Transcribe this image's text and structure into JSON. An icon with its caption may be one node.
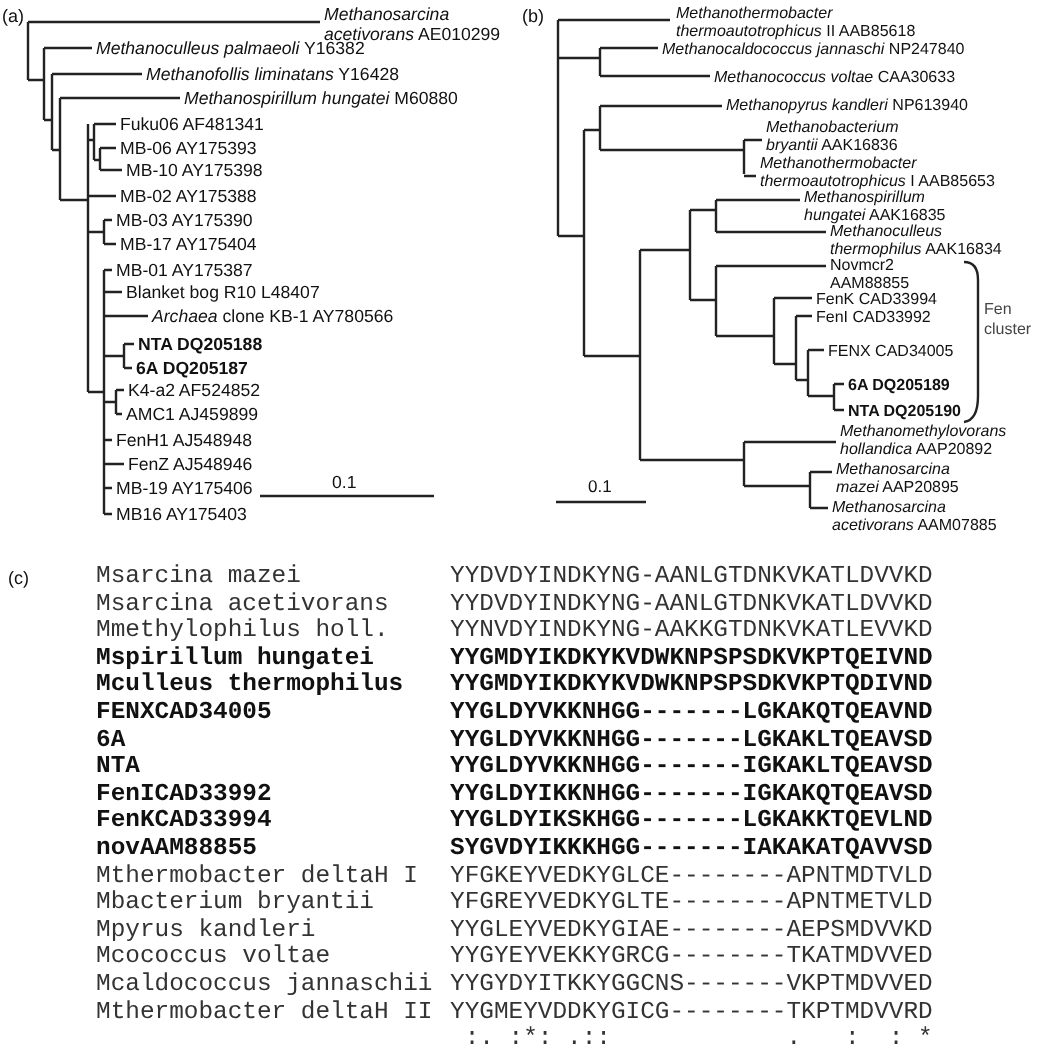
{
  "diagram": {
    "labels": [
      "(a)",
      "*Methanosarcina acetivorans* AE010299",
      "*Methanoculleus palmaeoli* Y16382",
      "*Methanofollis liminatans* Y16428",
      "*Methanospirillum hungatei* M60880",
      "Fuku06 AF481341",
      "MB-06 AY175393",
      "MB-10 AY175398",
      "MB-02 AY175388",
      "MB-03 AY175390",
      "MB-17 AY175404",
      "MB-01 AY175387",
      "Blanket bog R10 L48407",
      "*Archaea* clone KB-1 AY780566",
      "NTA DQ205188",
      "6A DQ205187",
      "K4-a2 AF524852",
      "AMC1 AJ459899",
      "FenH1 AJ548948",
      "FenZ AJ548946",
      "MB-19 AY175406",
      "MB16 AY175403",
      "0.1",
      "(b)",
      "*Methanothermobacter thermoautotrophicus* II AAB85618",
      "*Methanocaldococcus jannaschi* NP247840",
      "*Methanococcus voltae* CAA30633",
      "*Methanopyrus kandleri* NP613940",
      "*Methanobacterium bryantii* AAK16836",
      "*Methanothermobacter thermoautotrophicus* I AAB85653",
      "*Methanospirillum hungatei* AAK16835",
      "*Methanoculleus thermophilus* AAK16834",
      "Novmcr2 AAM88855",
      "FenK CAD33994",
      "FenI CAD33992",
      "FENX CAD34005",
      "6A DQ205189",
      "NTA DQ205190",
      "*Methanomethylovorans hollandica* AAP20892",
      "*Methanosarcina mazei* AAP20895",
      "*Methanosarcina acetivorans* AAM07885",
      "0.1",
      "Fen cluster",
      "(c)",
      "Msarcina mazei",
      "YYDVDYINDKYNG-AANLGTDNKVKATLDVVKD",
      "Msarcina acetivorans",
      "YYDVDYINDKYNG-AANLGTDNKVKATLDVVKD",
      "Mmethylophilus holl.",
      "YYNVDYINDKYNG-AAKKGTDNKVKATLEVVKD",
      "Mspirillum hungatei",
      "YYGMDYIKDKYKVDWKNPSPSDKVKPTQEIVND",
      "Mculleus thermophilus",
      "YYGMDYIKDKYKVDWKNPSPSDKVKPTQDIVND",
      "FENXCAD34005",
      "YYGLDYVKKNHGG-------LGKAKQTQEAVND",
      "6A",
      "YYGLDYVKKNHGG-------LGKAKLTQEAVSD",
      "NTA",
      "YYGLDYVKKNHGG-------IGKAKLTQEAVSD",
      "FenICAD33992",
      "YYGLDYIKKNHGG-------IGKAKQTQEAVSD",
      "FenKCAD33994",
      "YYGLDYIKSKHGG-------LGKAKKTQEVLND",
      "novAAM88855",
      "SYGVDYIKKKHGG-------IAKAKATQAVVSD",
      "Mthermobacter deltaH I",
      "YFGKEYVEDKYGLCE--------APNTMDTVLD",
      "Mbacterium bryantii",
      "YFGREYVEDKYGLTE--------APNTMETVLD",
      "Mpyrus kandleri",
      "YYGLEYVEDKYGIAE--------AEPSMDVVKD",
      "Mcococcus voltae",
      "YYGYEYVEKKYGRCG--------TKATMDVVED",
      "Mcaldococcus jannaschii",
      "YYGYDYITKKYGGCNS-------VKPTMDVVED",
      "Mthermobacter deltaH II",
      "YYGMEYVDDKYGICG--------TKPTMDVVRD",
      ":. :*: .::            .   :  : *"
    ]
  }
}
